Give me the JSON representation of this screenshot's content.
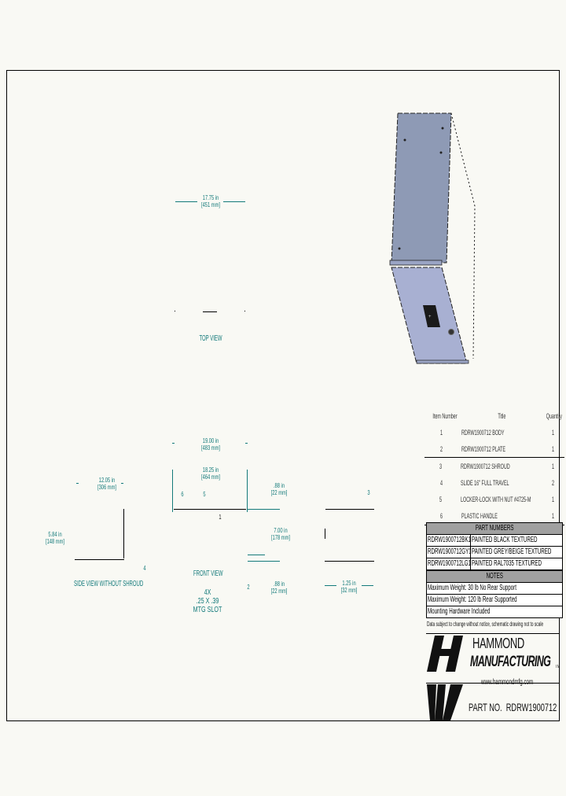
{
  "drawing": {
    "top_view": {
      "label": "TOP VIEW",
      "dim_width_in": "17.75 in",
      "dim_width_mm": "[451 mm]"
    },
    "front_view": {
      "label": "FRONT VIEW",
      "dim_overall_in": "19.00 in",
      "dim_overall_mm": "[483 mm]",
      "dim_inner_in": "18.25 in",
      "dim_inner_mm": "[464 mm]",
      "dim_flange_in": ".88 in",
      "dim_flange_mm": "[22 mm]",
      "dim_height_in": "7.00 in",
      "dim_height_mm": "[178 mm]",
      "dim_lower_in": ".88 in",
      "dim_lower_mm": "[22 mm]",
      "callout_6": "6",
      "callout_5": "5",
      "callout_1": "1",
      "callout_2": "2",
      "slot_qty": "4X",
      "slot_size": ".25 X .39",
      "slot_label": "MTG SLOT"
    },
    "side_view": {
      "label": "SIDE VIEW WITHOUT SHROUD",
      "dim_depth_in": "12.05 in",
      "dim_depth_mm": "[306 mm]",
      "dim_height_in": "5.84 in",
      "dim_height_mm": "[148 mm]",
      "callout_4": "4"
    },
    "right_view": {
      "callout_3": "3",
      "dim_in": "1.25 in",
      "dim_mm": "[32 mm]"
    }
  },
  "bom": {
    "headers": [
      "Item Number",
      "Title",
      "Quantity"
    ],
    "rows": [
      {
        "item": "1",
        "title": "RDRW1900712 BODY",
        "qty": "1"
      },
      {
        "item": "2",
        "title": "RDRW1900712 PLATE",
        "qty": "1"
      },
      {
        "item": "3",
        "title": "RDRW1900712 SHROUD",
        "qty": "1"
      },
      {
        "item": "4",
        "title": "SLIDE 16\" FULL TRAVEL",
        "qty": "2"
      },
      {
        "item": "5",
        "title": "LOCKER-LOCK WITH NUT #4725-M",
        "qty": "1"
      },
      {
        "item": "6",
        "title": "PLASTIC HANDLE",
        "qty": "1"
      }
    ]
  },
  "part_numbers": {
    "header": "PART NUMBERS",
    "rows": [
      {
        "pn": "RDRW1900712BK1",
        "desc": "PAINTED BLACK TEXTURED"
      },
      {
        "pn": "RDRW1900712GY1",
        "desc": "PAINTED GREY/BEIGE TEXTURED"
      },
      {
        "pn": "RDRW1900712LG1",
        "desc": "PAINTED RAL7035 TEXTURED"
      }
    ]
  },
  "notes": {
    "header": "NOTES",
    "items": [
      "Maximum Weight: 30 lb No Rear Support",
      "Maximum Weight: 120 lb Rear Supported",
      "Mounting Hardware Included"
    ]
  },
  "disclaimer": "Data subject to change without notice, schematic drawing not to scale",
  "title_block": {
    "brand_line1": "HAMMOND",
    "brand_line2": "MANUFACTURING",
    "trademark": "TM",
    "website": "www.hammondmfg.com",
    "part_no_label": "PART NO.",
    "part_no_value": "RDRW1900712"
  },
  "colors": {
    "dimension": "#137a7a",
    "body_panel": "#8e9ab5",
    "plate_panel": "#a8b0d2",
    "table_header": "#a0a0a0"
  }
}
